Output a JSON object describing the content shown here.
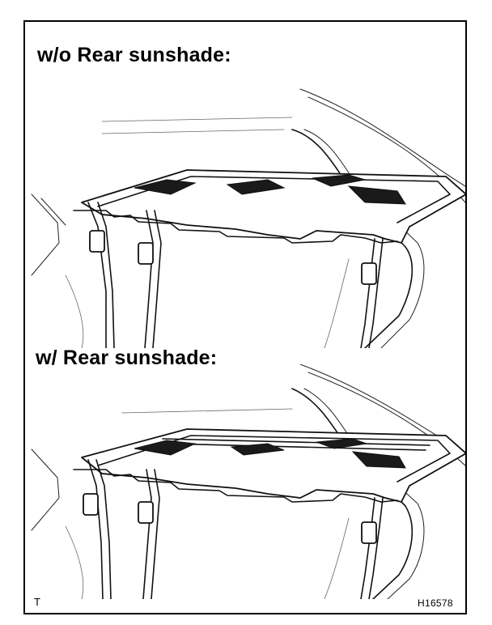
{
  "figure": {
    "captions": {
      "without_sunshade": "w/o Rear sunshade:",
      "with_sunshade": "w/ Rear sunshade:"
    },
    "corner_mark": "T",
    "reference_code": "H16578"
  }
}
